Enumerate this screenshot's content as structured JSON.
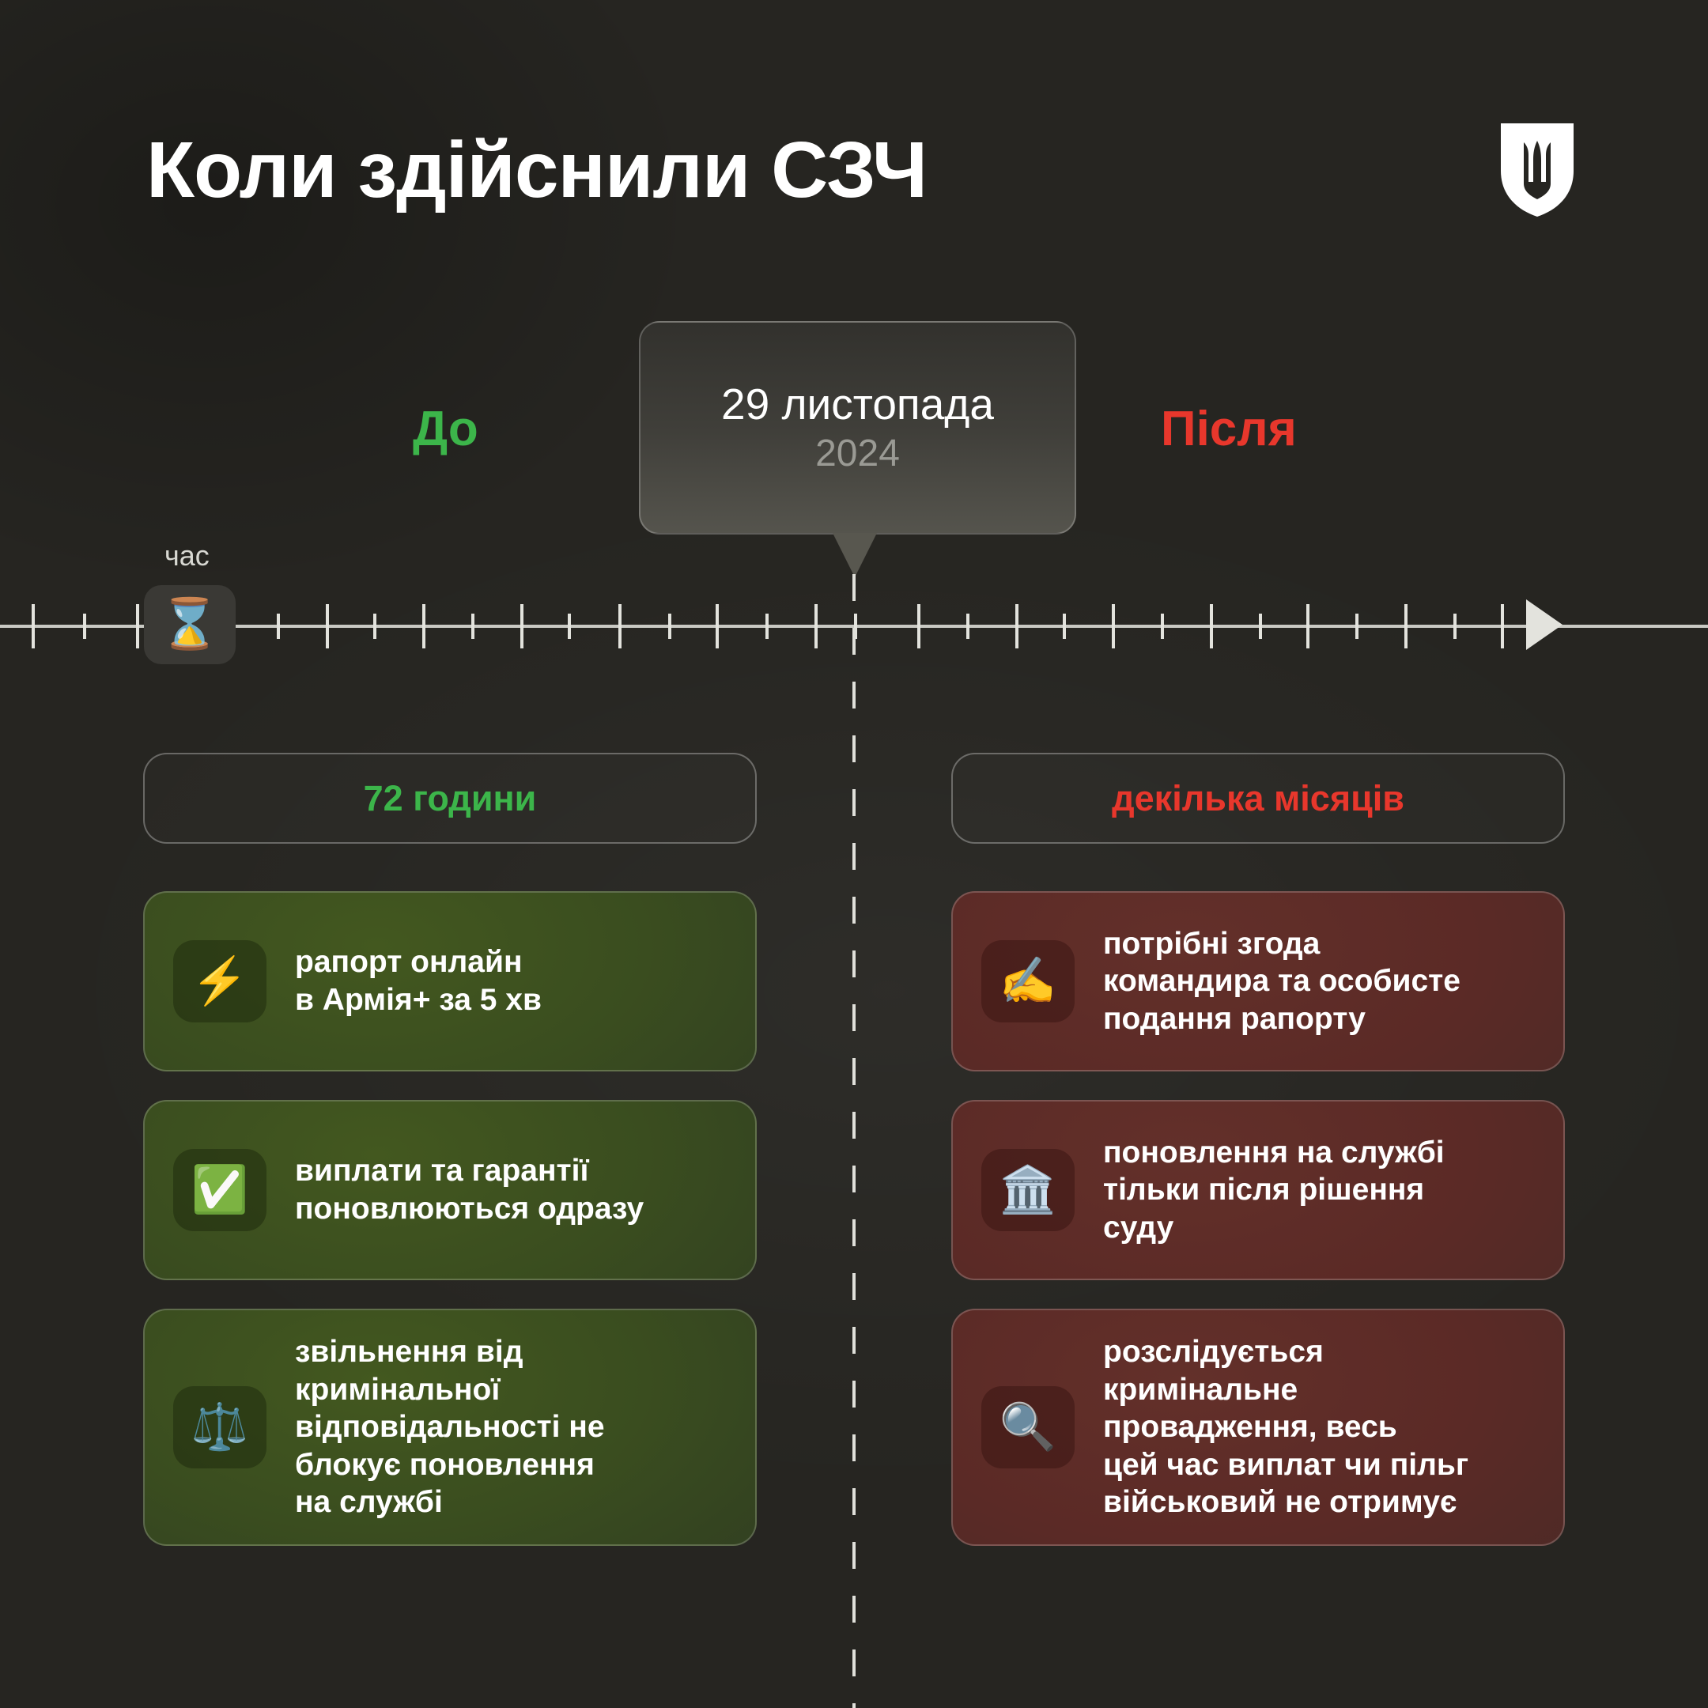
{
  "header": {
    "title": "Коли здійснили СЗЧ",
    "logo": "ukraine-mod-shield-trident"
  },
  "timeline": {
    "axis_label": "час",
    "hourglass_icon": "⌛",
    "arrow_icon": "right-arrowhead",
    "before_label": "До",
    "after_label": "Після",
    "before_color": "#3cb54a",
    "after_color": "#e8372c",
    "date_bubble": {
      "day": "29 листопада",
      "year": "2024"
    },
    "ticks": [
      40,
      105,
      172,
      228,
      288,
      350,
      412,
      472,
      534,
      596,
      658,
      718,
      782,
      845,
      905,
      968,
      1030,
      1080,
      1160,
      1222,
      1284,
      1344,
      1406,
      1468,
      1530,
      1592,
      1652,
      1714,
      1776,
      1838,
      1898
    ]
  },
  "columns": {
    "left": {
      "header": "72 години",
      "header_color": "#3cb54a",
      "cards": [
        {
          "icon": "⚡",
          "icon_name": "lightning-bolt-icon",
          "text": "рапорт онлайн\nв Армія+ за 5 хв",
          "height": "short"
        },
        {
          "icon": "✅",
          "icon_name": "check-mark-icon",
          "text": "виплати та гарантії\nпоновлюються одразу",
          "height": "short"
        },
        {
          "icon": "⚖️",
          "icon_name": "balance-scale-icon",
          "text": "звільнення від\nкримінальної\nвідповідальності не\nблокує поновлення\nна службі",
          "height": "tall"
        }
      ]
    },
    "right": {
      "header": "декілька місяців",
      "header_color": "#e8372c",
      "cards": [
        {
          "icon": "✍️",
          "icon_name": "writing-hand-icon",
          "text": "потрібні згода\nкомандира та особисте\nподання рапорту",
          "height": "short"
        },
        {
          "icon": "🏛️",
          "icon_name": "classical-building-icon",
          "text": "поновлення на службі\nтільки після рішення\nсуду",
          "height": "short"
        },
        {
          "icon": "🔍",
          "icon_name": "magnifying-glass-icon",
          "text": "розслідується\nкримінальне\nпровадження, весь\nцей час виплат чи пільг\nвійськовий не отримує",
          "height": "tall"
        }
      ]
    }
  }
}
